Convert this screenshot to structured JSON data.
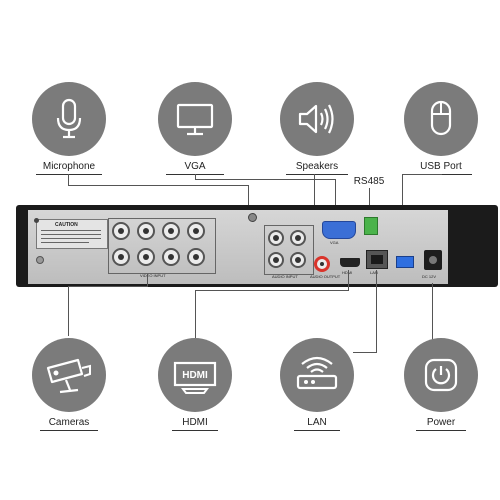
{
  "icons": [
    {
      "label": "Microphone",
      "icon": "microphone-icon"
    },
    {
      "label": "VGA",
      "icon": "monitor-icon"
    },
    {
      "label": "Speakers",
      "icon": "speaker-icon"
    },
    {
      "label": "USB Port",
      "icon": "mouse-icon"
    },
    {
      "label": "Cameras",
      "icon": "camera-icon"
    },
    {
      "label": "HDMI",
      "icon": "hdmi-icon"
    },
    {
      "label": "LAN",
      "icon": "router-icon"
    },
    {
      "label": "Power",
      "icon": "power-icon"
    }
  ],
  "rs485_label": "RS485",
  "panel": {
    "caution": "CAUTION",
    "video_input": "VIDEO INPUT",
    "audio_input": "AUDIO INPUT",
    "audio_output": "AUDIO OUTPUT",
    "vga": "VGA",
    "hdmi": "HDMI",
    "lan": "LAN",
    "dc": "DC 12V",
    "hdmi_logo": "HDMI"
  },
  "colors": {
    "icon_circle": "#7b7b7b",
    "vga_port": "#3b6fd6",
    "usb_port": "#2f6fe0",
    "rs485_terminal": "#4bb34b",
    "audio_out": "#d9342b"
  }
}
